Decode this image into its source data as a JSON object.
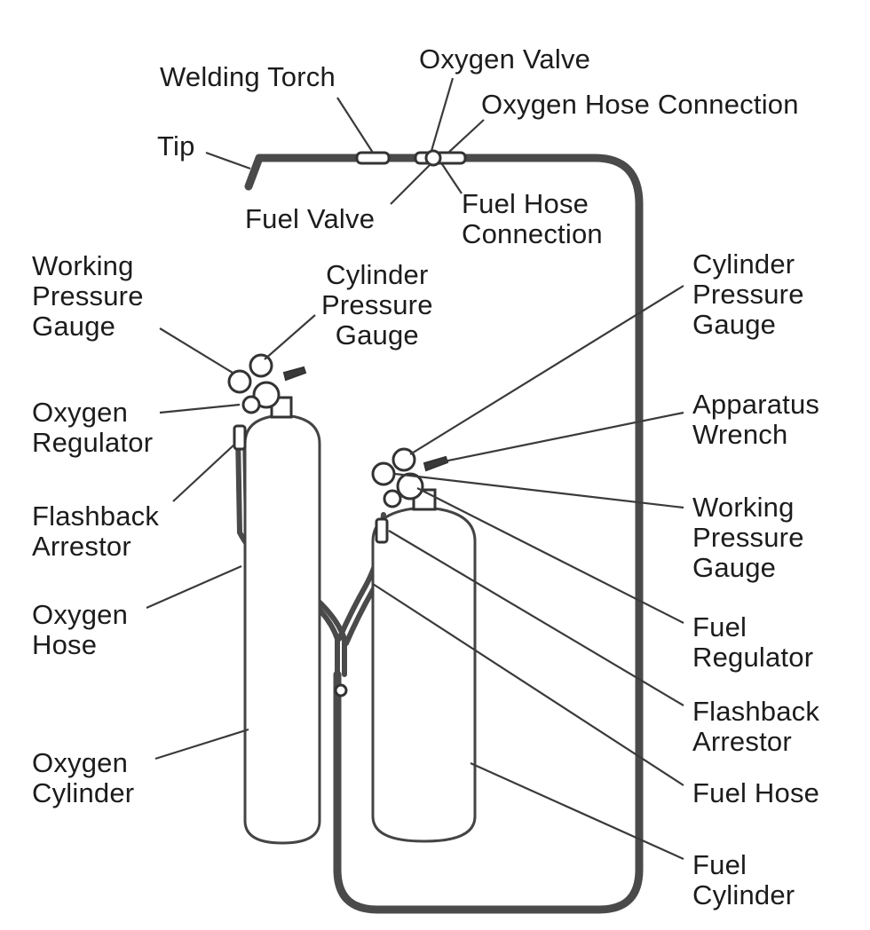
{
  "labels": {
    "welding_torch": "Welding Torch",
    "oxygen_valve": "Oxygen Valve",
    "oxygen_hose_connection": "Oxygen Hose Connection",
    "tip": "Tip",
    "fuel_valve": "Fuel Valve",
    "fuel_hose_connection": [
      "Fuel Hose",
      "Connection"
    ],
    "working_pressure_gauge_left": [
      "Working",
      "Pressure",
      "Gauge"
    ],
    "cylinder_pressure_gauge_left": [
      "Cylinder",
      "Pressure",
      "Gauge"
    ],
    "oxygen_regulator": [
      "Oxygen",
      "Regulator"
    ],
    "flashback_arrestor_left": [
      "Flashback",
      "Arrestor"
    ],
    "oxygen_hose": [
      "Oxygen",
      "Hose"
    ],
    "oxygen_cylinder": [
      "Oxygen",
      "Cylinder"
    ],
    "cylinder_pressure_gauge_right": [
      "Cylinder",
      "Pressure",
      "Gauge"
    ],
    "apparatus_wrench": [
      "Apparatus",
      "Wrench"
    ],
    "working_pressure_gauge_right": [
      "Working",
      "Pressure",
      "Gauge"
    ],
    "fuel_regulator": [
      "Fuel",
      "Regulator"
    ],
    "flashback_arrestor_right": [
      "Flashback",
      "Arrestor"
    ],
    "fuel_hose": "Fuel Hose",
    "fuel_cylinder": [
      "Fuel",
      "Cylinder"
    ]
  },
  "colors": {
    "line": "#3a3a3a",
    "text": "#1c1c1c",
    "background": "#ffffff"
  }
}
